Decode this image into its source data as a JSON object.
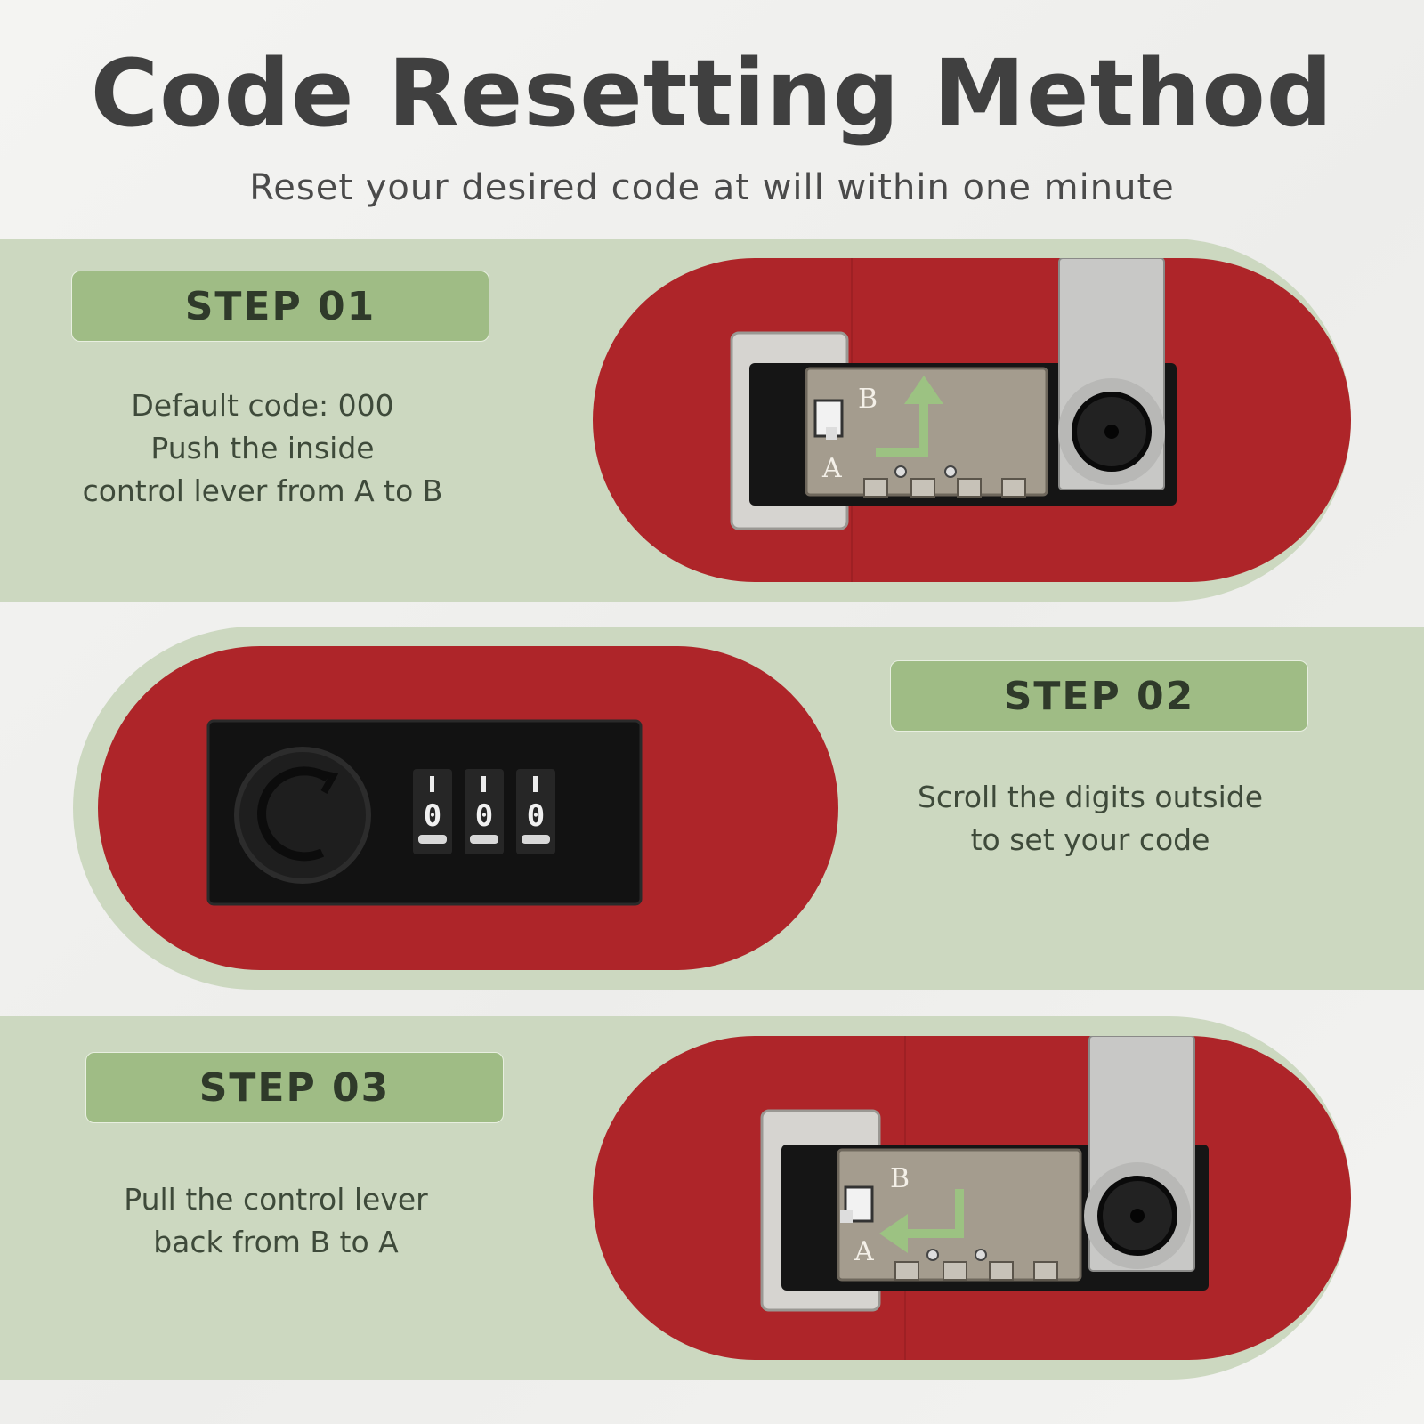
{
  "header": {
    "title": "Code Resetting Method",
    "subtitle": "Reset your desired code at will within one minute"
  },
  "steps": [
    {
      "label": "STEP 01",
      "lines": [
        "Default code: 000",
        "Push the inside",
        "control lever from A to B"
      ],
      "icon": "up-right-arrow-icon"
    },
    {
      "label": "STEP 02",
      "lines": [
        "Scroll the digits outside",
        "to set your code"
      ],
      "icon": "combination-dial-icon"
    },
    {
      "label": "STEP 03",
      "lines": [
        "Pull the control lever",
        "back from B to A"
      ],
      "icon": "back-left-arrow-icon"
    }
  ],
  "lever_labels": {
    "b": "B",
    "a": "A"
  },
  "dial_digits": [
    "0",
    "0",
    "0"
  ],
  "colors": {
    "band": "#ccd8c0",
    "tag": "#9fbc85",
    "pill": "#ae2529",
    "arrow": "#9cc282"
  }
}
